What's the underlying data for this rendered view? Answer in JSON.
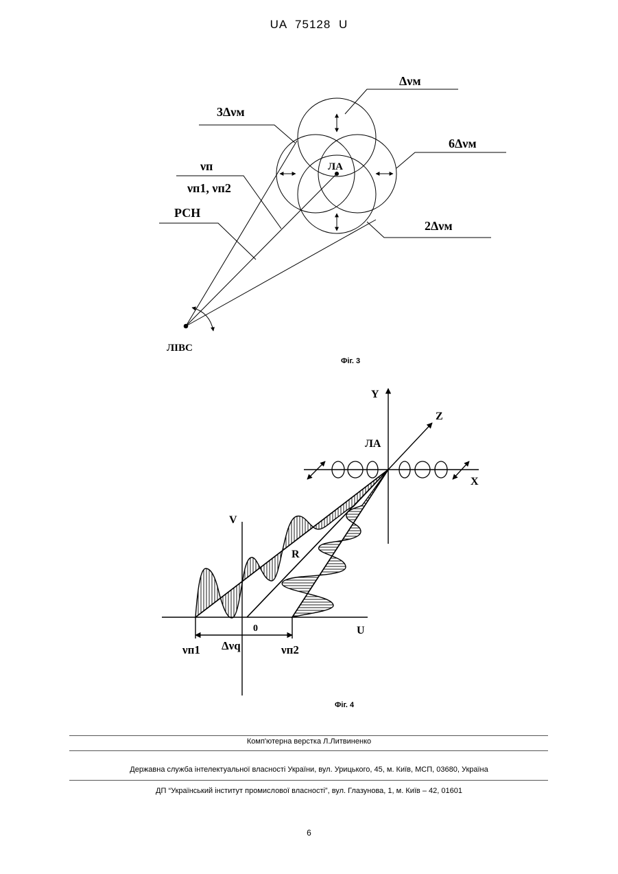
{
  "header": {
    "doc_id": "UA   75128   U"
  },
  "fig3": {
    "caption": "Фіг. 3",
    "labels": {
      "dnu_m": "Δνм",
      "three_dnu_m": "3Δνм",
      "six_dnu_m": "6Δνм",
      "two_dnu_m": "2Δνм",
      "nu_p": "νп",
      "nu_p1_p2": "νп1, νп2",
      "rsn": "РСН",
      "la": "ЛА",
      "livs": "ЛІВС"
    }
  },
  "fig4": {
    "caption": "Фіг. 4",
    "labels": {
      "y": "Y",
      "z": "Z",
      "x": "X",
      "la": "ЛА",
      "v": "V",
      "u": "U",
      "r": "R",
      "zero": "0",
      "nu_p1": "νп1",
      "dnu_q": "Δνq",
      "nu_p2": "νп2"
    }
  },
  "footer": {
    "layout": "Комп'ютерна верстка Л.Литвиненко",
    "agency": "Державна служба інтелектуальної власності України, вул. Урицького, 45, м. Київ, МСП, 03680, Україна",
    "institute": "ДП “Український інститут промислової власності”, вул. Глазунова, 1, м. Київ – 42, 01601",
    "page_number": "6"
  }
}
